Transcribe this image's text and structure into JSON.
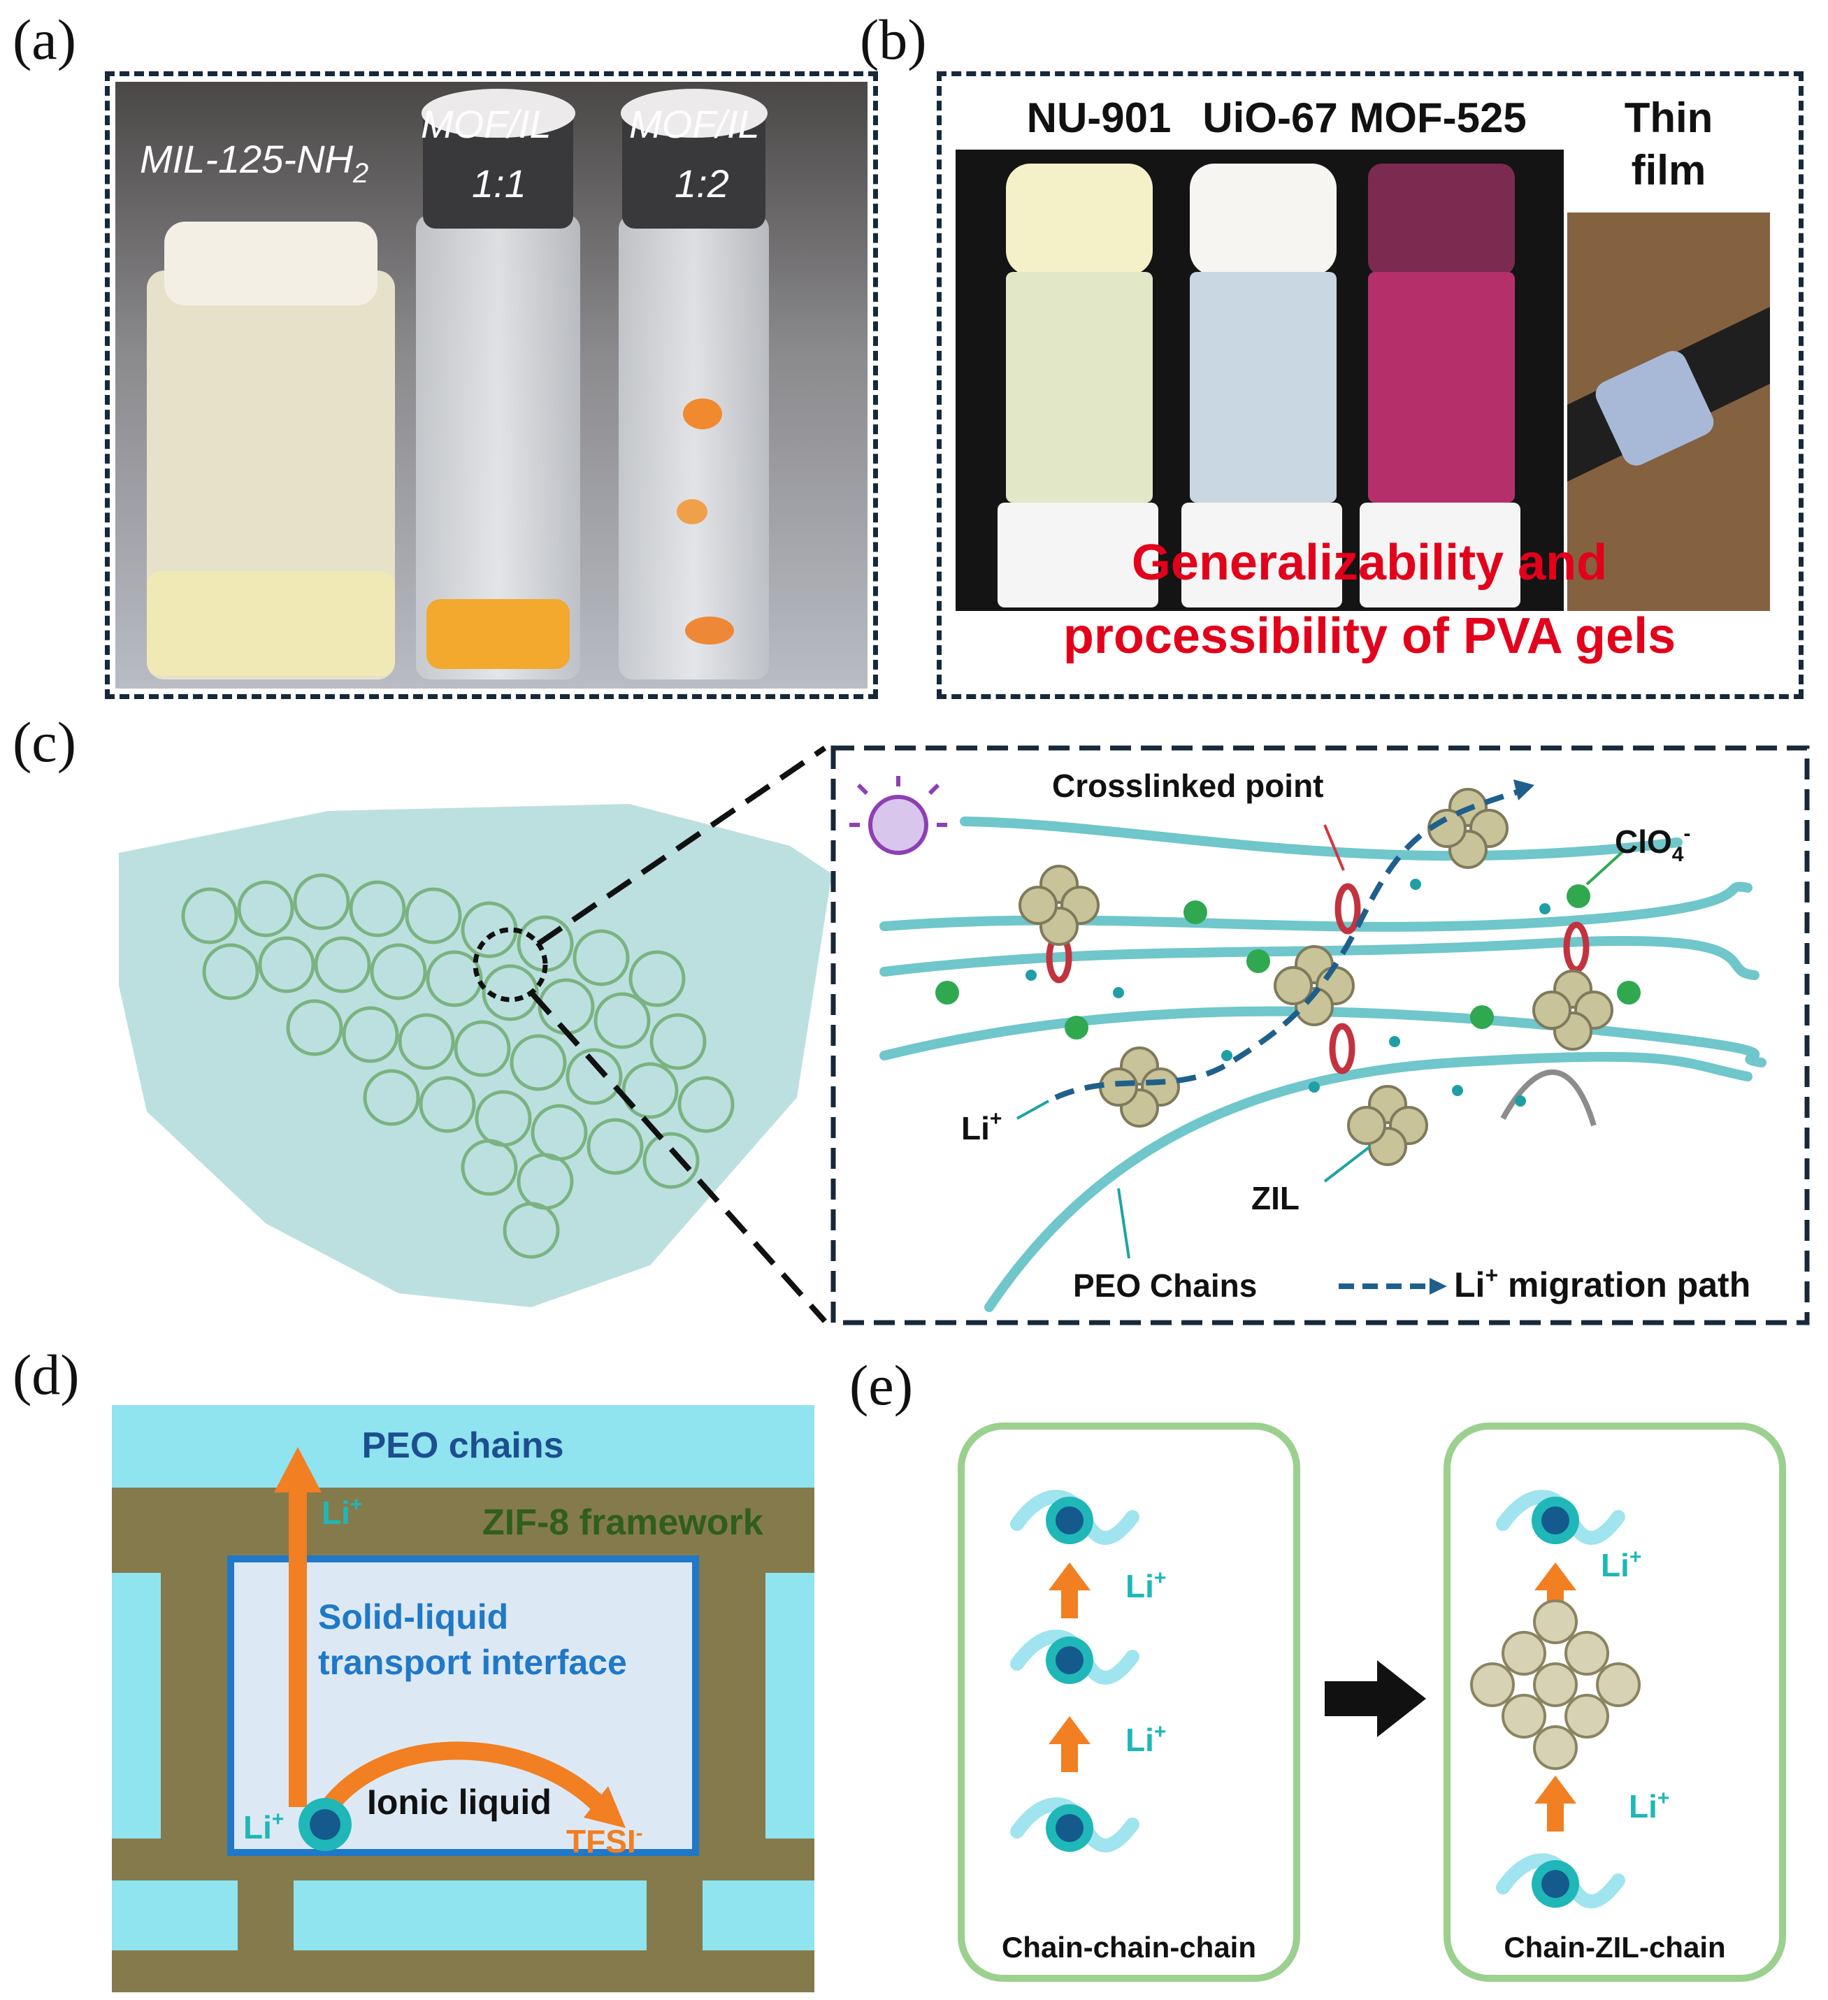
{
  "panels": {
    "a": {
      "letter": "(a)",
      "labels": [
        "MIL-125-NH",
        "MOF/IL",
        "1:1",
        "MOF/IL",
        "1:2"
      ],
      "subscript": "2"
    },
    "b": {
      "letter": "(b)",
      "samples": [
        "NU-901",
        "UiO-67",
        "MOF-525",
        "Thin",
        "film"
      ],
      "caption_line1": "Generalizability and",
      "caption_line2": "processibility of PVA gels",
      "caption_color": "#e3001b"
    },
    "c": {
      "letter": "(c)",
      "crosslinked": "Crosslinked point",
      "clo4": "ClO",
      "clo4_sub": "4",
      "clo4_sup": "-",
      "li": "Li",
      "li_sup": "+",
      "zil": "ZIL",
      "peo": "PEO Chains",
      "legend_text": "Li",
      "legend_sup": "+",
      "legend_rest": " migration path"
    },
    "d": {
      "letter": "(d)",
      "peo": "PEO chains",
      "zif": "ZIF-8 framework",
      "interface_line1": "Solid-liquid",
      "interface_line2": "transport interface",
      "ionic": "Ionic liquid",
      "li_top": "Li",
      "li_bottom": "Li",
      "sup": "+",
      "tfsi": "TFSI",
      "tfsi_sup": "-",
      "colors": {
        "peo": "#8fe4ef",
        "zif": "#857a4b",
        "interface_border": "#1f78c8",
        "arrow": "#f27f22",
        "li_text": "#1fb7b7"
      }
    },
    "e": {
      "letter": "(e)",
      "left_caption": "Chain-chain-chain",
      "right_caption": "Chain-ZIL-chain",
      "li": "Li",
      "sup": "+"
    }
  }
}
